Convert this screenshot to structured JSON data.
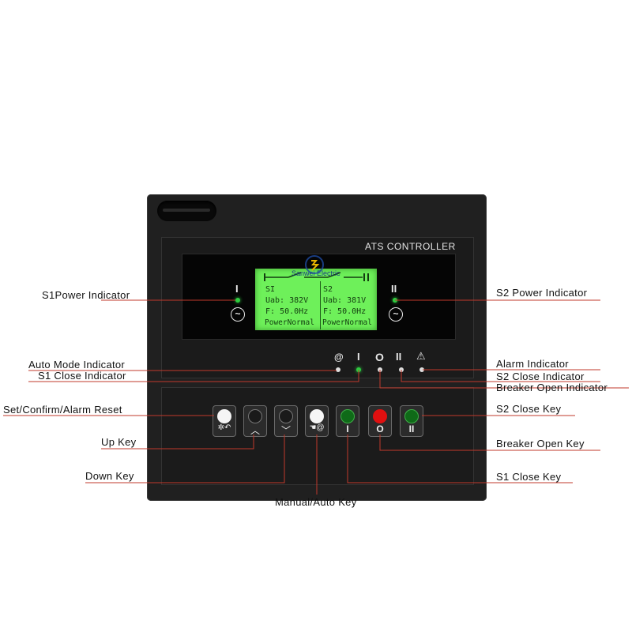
{
  "device": {
    "title": "ATS CONTROLLER",
    "lcd": {
      "left": {
        "line1": "SI",
        "line2": "Uab: 382V",
        "line3": "F: 50.0Hz",
        "line4": "PowerNormal"
      },
      "right": {
        "line1": "S2",
        "line2": "Uab: 381V",
        "line3": "F: 50.0Hz",
        "line4": "PowerNormal"
      },
      "watermark": "Sanwei Electric"
    },
    "symbols": {
      "s1": "I",
      "s2": "II",
      "ac": "~",
      "auto": "@",
      "open": "O",
      "alarm": "⚠"
    },
    "colors": {
      "lcd": "#6ef05a",
      "led_green": "#2ecc40",
      "key_red": "#e01010",
      "key_green": "#0f6a18"
    }
  },
  "labels": {
    "s1_power": "S1Power Indicator",
    "s2_power": "S2 Power Indicator",
    "auto_mode": "Auto Mode Indicator",
    "s1_close_ind": "S1 Close Indicator",
    "alarm_ind": "Alarm Indicator",
    "s2_close_ind": "S2 Close Indicator",
    "breaker_open_ind": "Breaker Open Indicator",
    "set_key": "Set/Confirm/Alarm Reset",
    "up_key": "Up Key",
    "down_key": "Down Key",
    "manual_auto_key": "Manual/Auto Key",
    "s2_close_key": "S2 Close Key",
    "breaker_open_key": "Breaker Open Key",
    "s1_close_key": "S1 Close Key"
  }
}
